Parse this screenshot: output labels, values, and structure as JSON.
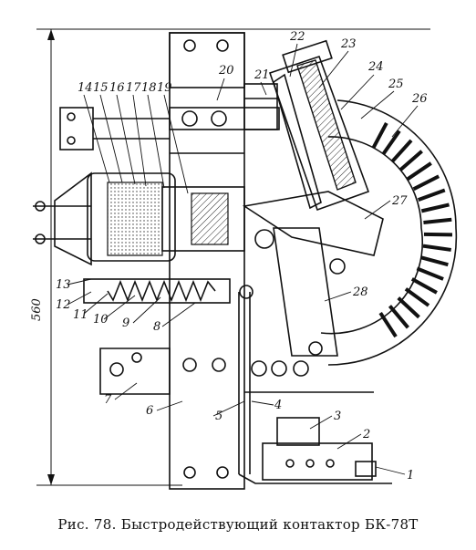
{
  "figure": {
    "caption": "Рис. 78. Быстродействующий контактор БК-78Т",
    "dimension_label": "560",
    "callouts": [
      "1",
      "2",
      "3",
      "4",
      "5",
      "6",
      "7",
      "8",
      "9",
      "10",
      "11",
      "12",
      "13",
      "14",
      "15",
      "16",
      "17",
      "18",
      "19",
      "20",
      "21",
      "22",
      "23",
      "24",
      "25",
      "26",
      "27",
      "28"
    ]
  }
}
